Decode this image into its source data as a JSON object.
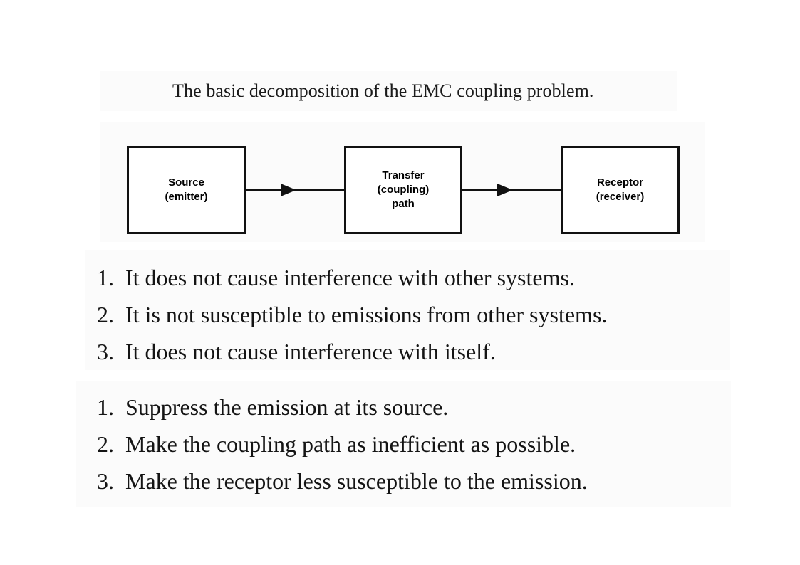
{
  "page": {
    "title": "The basic decomposition of the EMC coupling problem."
  },
  "diagram": {
    "name": "emc-coupling-block-diagram",
    "blocks": [
      {
        "id": "source",
        "line1": "Source",
        "line2": "(emitter)",
        "line3": ""
      },
      {
        "id": "transfer",
        "line1": "Transfer",
        "line2": "(coupling)",
        "line3": "path"
      },
      {
        "id": "receptor",
        "line1": "Receptor",
        "line2": "(receiver)",
        "line3": ""
      }
    ],
    "connectors": [
      {
        "from": "source",
        "to": "transfer",
        "arrow": "right-arrow-icon"
      },
      {
        "from": "transfer",
        "to": "receptor",
        "arrow": "right-arrow-icon"
      }
    ]
  },
  "lists": {
    "consequences": {
      "items": [
        {
          "marker": "1.",
          "text": "It does not cause interference with other systems."
        },
        {
          "marker": "2.",
          "text": "It is not susceptible to emissions from other systems."
        },
        {
          "marker": "3.",
          "text": "It does not cause interference with itself."
        }
      ]
    },
    "remedies": {
      "items": [
        {
          "marker": "1.",
          "text": "Suppress the emission at its source."
        },
        {
          "marker": "2.",
          "text": "Make the coupling path as inefficient as possible."
        },
        {
          "marker": "3.",
          "text": "Make the receptor less susceptible to the emission."
        }
      ]
    }
  },
  "colors": {
    "ink": "#111111",
    "text": "#141414",
    "paper": "#ffffff",
    "panel": "#fbfbfb"
  }
}
